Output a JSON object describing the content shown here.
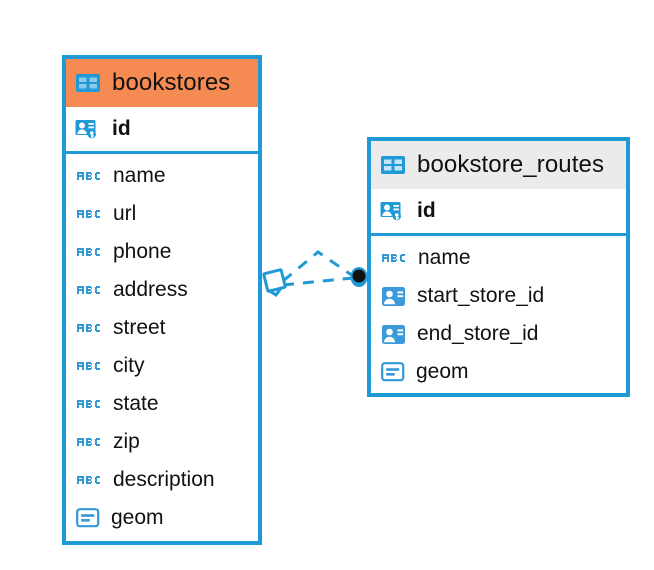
{
  "diagram": {
    "type": "entity-relationship-diagram",
    "background_color": "#ffffff",
    "accent_color": "#1f9ad6",
    "highlight_color": "#f58b53",
    "header_gray": "#ebebeb"
  },
  "entities": [
    {
      "name": "bookstores",
      "title": "bookstores",
      "header_style": "orange",
      "table_icon": "table-grid-icon",
      "primary_key": {
        "label": "id",
        "icon": "primary-key-icon"
      },
      "fields": [
        {
          "label": "name",
          "icon": "abc-text-icon"
        },
        {
          "label": "url",
          "icon": "abc-text-icon"
        },
        {
          "label": "phone",
          "icon": "abc-text-icon"
        },
        {
          "label": "address",
          "icon": "abc-text-icon"
        },
        {
          "label": "street",
          "icon": "abc-text-icon"
        },
        {
          "label": "city",
          "icon": "abc-text-icon"
        },
        {
          "label": "state",
          "icon": "abc-text-icon"
        },
        {
          "label": "zip",
          "icon": "abc-text-icon"
        },
        {
          "label": "description",
          "icon": "abc-text-icon"
        },
        {
          "label": "geom",
          "icon": "geometry-icon"
        }
      ]
    },
    {
      "name": "bookstore_routes",
      "title": "bookstore_routes",
      "header_style": "gray",
      "table_icon": "table-grid-icon",
      "primary_key": {
        "label": "id",
        "icon": "primary-key-icon"
      },
      "fields": [
        {
          "label": "name",
          "icon": "abc-text-icon"
        },
        {
          "label": "start_store_id",
          "icon": "foreign-key-icon"
        },
        {
          "label": "end_store_id",
          "icon": "foreign-key-icon"
        },
        {
          "label": "geom",
          "icon": "geometry-icon"
        }
      ]
    }
  ],
  "relationship": {
    "name": "bookstores-to-bookstore-routes",
    "line_style": "dashed",
    "line_color": "#1f9ad6",
    "source_marker": "diamond-endpoint",
    "target_marker": "filled-circle-endpoint"
  }
}
